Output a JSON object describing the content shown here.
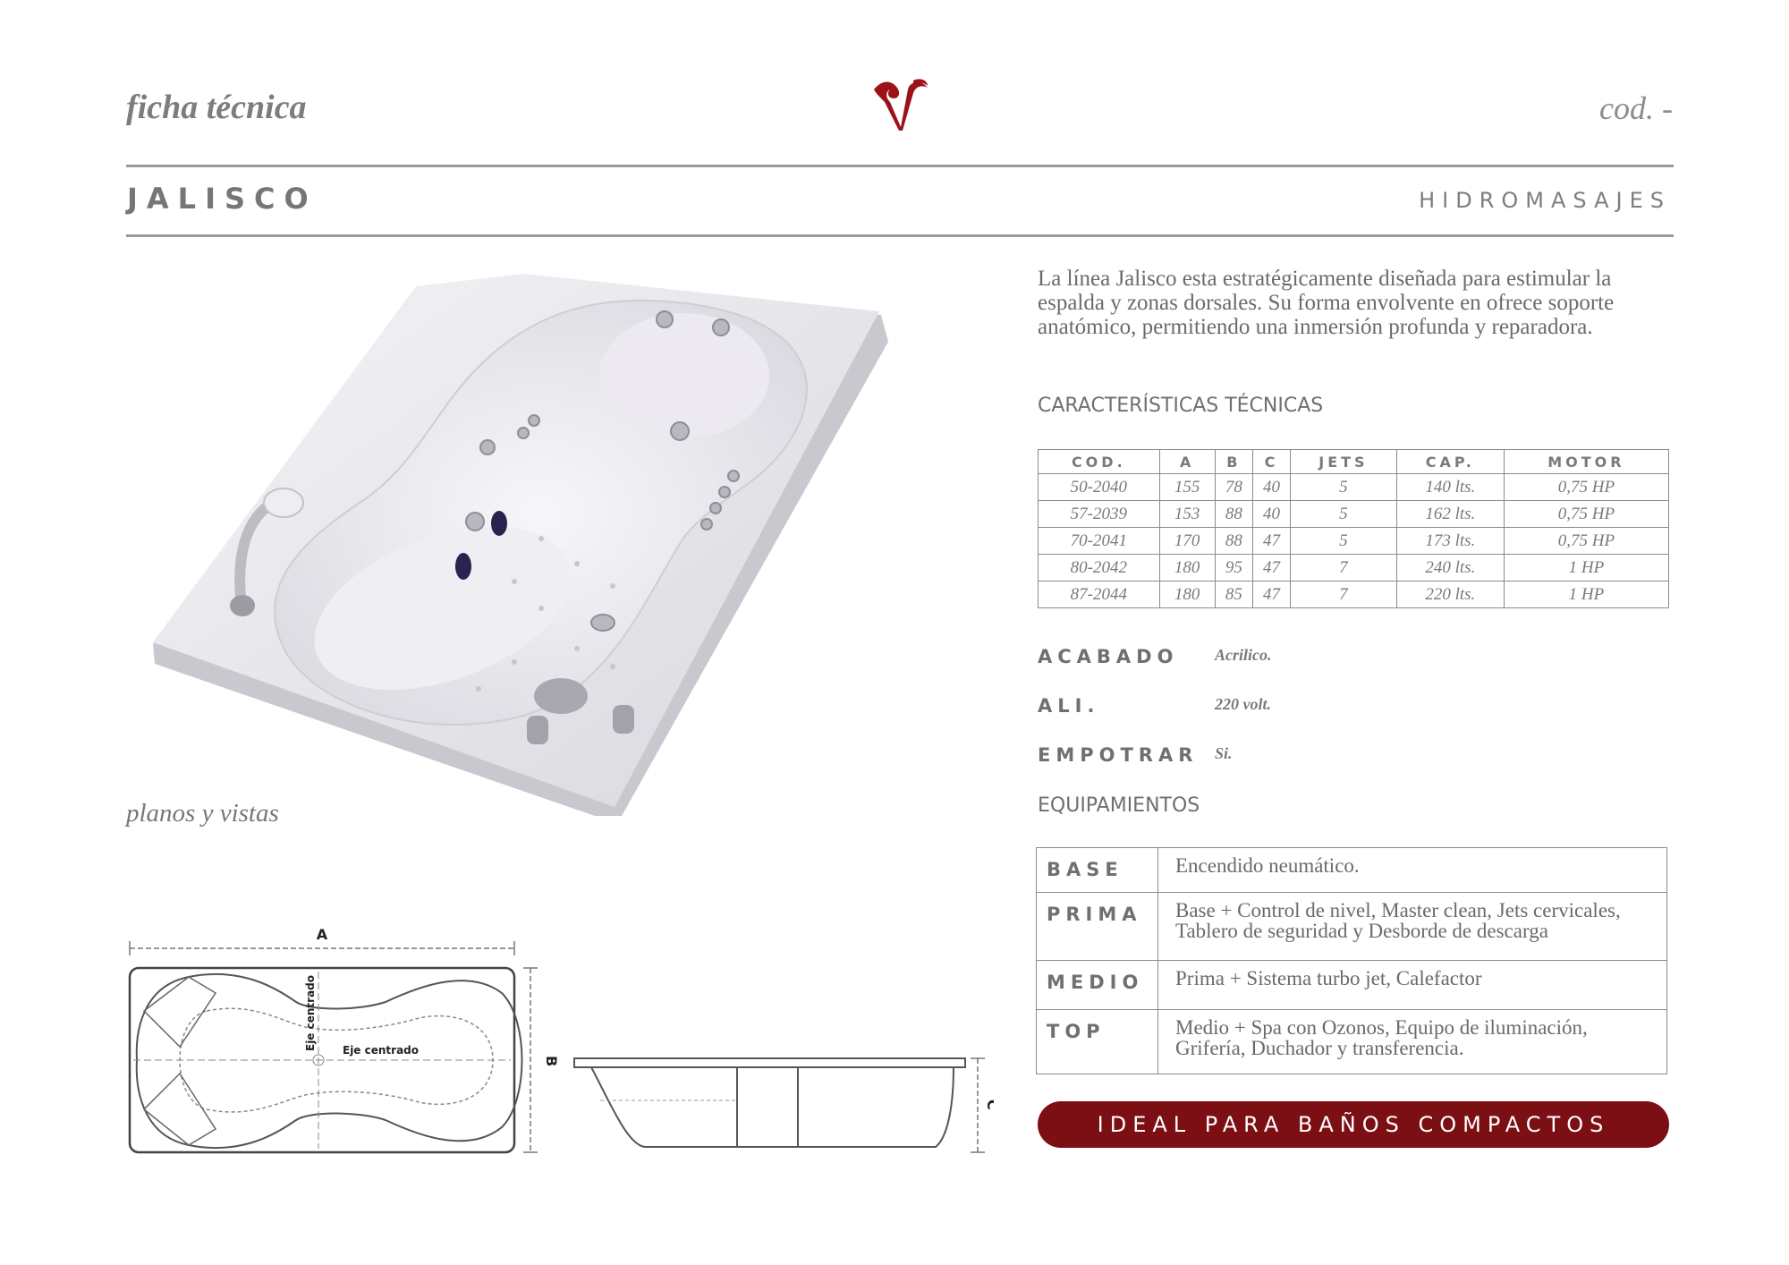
{
  "header": {
    "sheet_label": "ficha técnica",
    "code_label": "cod. -",
    "product_name": "JALISCO",
    "category": "HIDROMASAJES",
    "brand_color": "#7b0f14"
  },
  "description": "La línea Jalisco esta estratégicamente diseñada para estimular la espalda y zonas dorsales. Su forma envolvente en ofrece soporte anatómico, permitiendo una inmersión profunda y reparadora.",
  "tech": {
    "title": "CARACTERÍSTICAS TÉCNICAS",
    "headers": [
      "COD.",
      "A",
      "B",
      "C",
      "JETS",
      "CAP.",
      "MOTOR"
    ],
    "rows": [
      [
        "50-2040",
        "155",
        "78",
        "40",
        "5",
        "140 lts.",
        "0,75 HP"
      ],
      [
        "57-2039",
        "153",
        "88",
        "40",
        "5",
        "162 lts.",
        "0,75 HP"
      ],
      [
        "70-2041",
        "170",
        "88",
        "47",
        "5",
        "173 lts.",
        "0,75 HP"
      ],
      [
        "80-2042",
        "180",
        "95",
        "47",
        "7",
        "240 lts.",
        "1 HP"
      ],
      [
        "87-2044",
        "180",
        "85",
        "47",
        "7",
        "220 lts.",
        "1 HP"
      ]
    ]
  },
  "details": [
    {
      "label": "ACABADO",
      "value": "Acrilico."
    },
    {
      "label": "ALI.",
      "value": "220 volt."
    },
    {
      "label": "EMPOTRAR",
      "value": "Si."
    }
  ],
  "equipment": {
    "title": "EQUIPAMIENTOS",
    "rows": [
      {
        "label": "BASE",
        "value": "Encendido neumático."
      },
      {
        "label": "PRIMA",
        "value": "Base + Control de nivel, Master clean, Jets cervicales, Tablero de seguridad y Desborde de descarga"
      },
      {
        "label": "MEDIO",
        "value": "Prima + Sistema turbo jet, Calefactor"
      },
      {
        "label": "TOP",
        "value": "Medio + Spa con Ozonos, Equipo de iluminación, Grifería, Duchador y transferencia."
      }
    ]
  },
  "plans": {
    "label": "planos y vistas",
    "dim_a": "A",
    "dim_b": "B",
    "dim_c": "C",
    "axis_vertical": "Eje centrado",
    "axis_horizontal": "Eje centrado"
  },
  "banner": "IDEAL PARA BAÑOS COMPACTOS",
  "icons": {
    "logo": "brand-v-logo"
  }
}
